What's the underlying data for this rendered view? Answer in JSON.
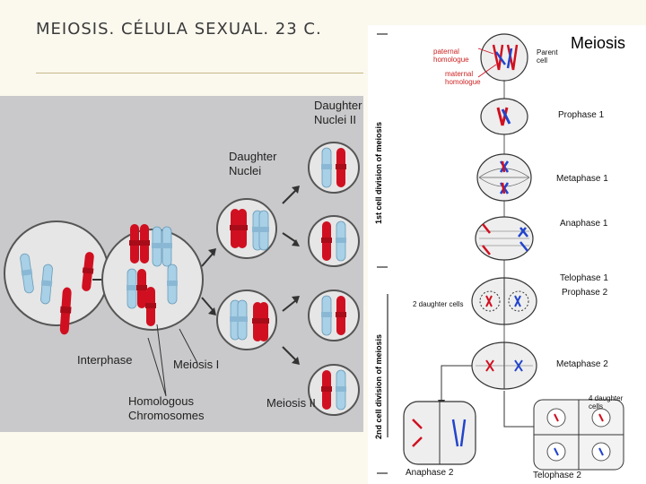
{
  "slide": {
    "title": "MEIOSIS. CÉLULA SEXUAL. 23 C."
  },
  "left_figure": {
    "labels": {
      "daughter_nuclei_ii": [
        "Daughter",
        "Nuclei II"
      ],
      "daughter_nuclei": [
        "Daughter",
        "Nuclei"
      ],
      "interphase": "Interphase",
      "meiosis_i": "Meiosis I",
      "homologous_chromosomes": [
        "Homologous",
        "Chromosomes"
      ],
      "meiosis_ii": "Meiosis II"
    },
    "colors": {
      "red": "#d01020",
      "blue": "#a8d0e6",
      "panel": "#c9c9cb"
    }
  },
  "right_figure": {
    "title": "Meiosis",
    "division_1": "1st cell division of meiosis",
    "division_2": "2nd cell division of meiosis",
    "labels": {
      "paternal_homologue": [
        "paternal",
        "homologue"
      ],
      "maternal_homologue": [
        "maternal",
        "homologue"
      ],
      "parent_cell": [
        "Parent",
        "cell"
      ],
      "prophase_1": "Prophase 1",
      "metaphase_1": "Metaphase 1",
      "anaphase_1": "Anaphase 1",
      "telophase_1": "Telophase 1",
      "prophase_2": "Prophase 2",
      "two_daughter_cells": "2 daughter cells",
      "metaphase_2": "Metaphase 2",
      "four_daughter_cells": [
        "4 daughter",
        "cells"
      ],
      "anaphase_2": "Anaphase 2",
      "telophase_2": "Telophase 2"
    }
  }
}
